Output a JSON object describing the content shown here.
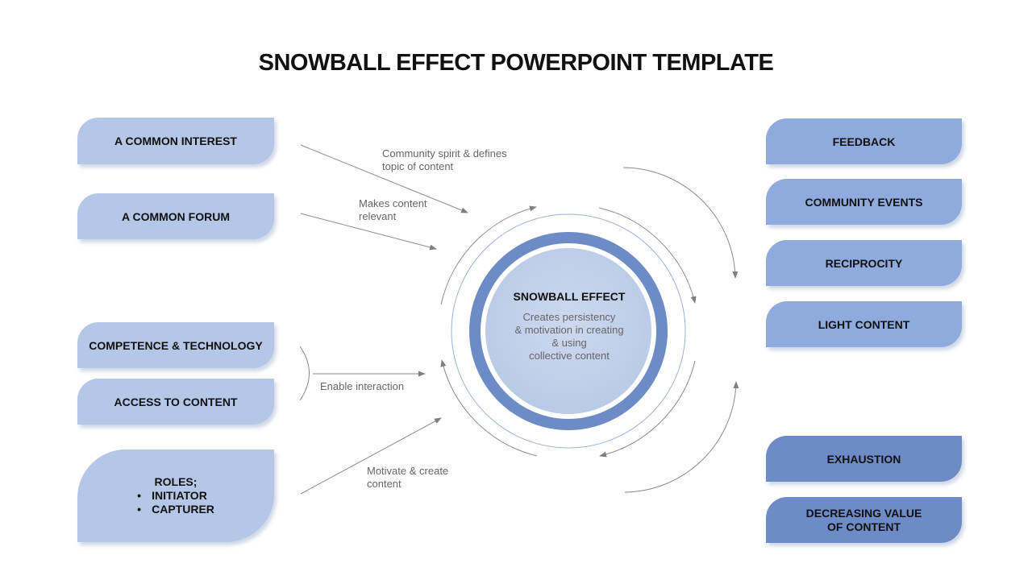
{
  "title": "SNOWBALL EFFECT POWERPOINT TEMPLATE",
  "left_boxes": {
    "common_interest": "A COMMON INTEREST",
    "common_forum": "A COMMON FORUM",
    "competence": "COMPETENCE & TECHNOLOGY",
    "access": "ACCESS TO CONTENT",
    "roles_title": "ROLES;",
    "roles_items": [
      "INITIATOR",
      "CAPTURER"
    ]
  },
  "right_boxes": {
    "feedback": "FEEDBACK",
    "community_events": "COMMUNITY EVENTS",
    "reciprocity": "RECIPROCITY",
    "light_content": "LIGHT CONTENT",
    "exhaustion": "EXHAUSTION",
    "decreasing_line1": "DECREASING VALUE",
    "decreasing_line2": "OF CONTENT"
  },
  "notes": {
    "community_spirit_line1": "Community spirit & defines",
    "community_spirit_line2": "topic of content",
    "makes_relevant_line1": "Makes content",
    "makes_relevant_line2": "relevant",
    "enable_interaction": "Enable interaction",
    "motivate_line1": "Motivate & create",
    "motivate_line2": "content"
  },
  "center": {
    "title": "SNOWBALL EFFECT",
    "desc_line1": "Creates persistency",
    "desc_line2": "& motivation in creating",
    "desc_line3": "& using",
    "desc_line4": "collective content"
  },
  "colors": {
    "left_box": "#b4c7e7",
    "right_box": "#8faadc",
    "right_box_dark": "#6d8bc7",
    "ring": "#6d8bc7",
    "center_fill": "#c5d3ea"
  }
}
